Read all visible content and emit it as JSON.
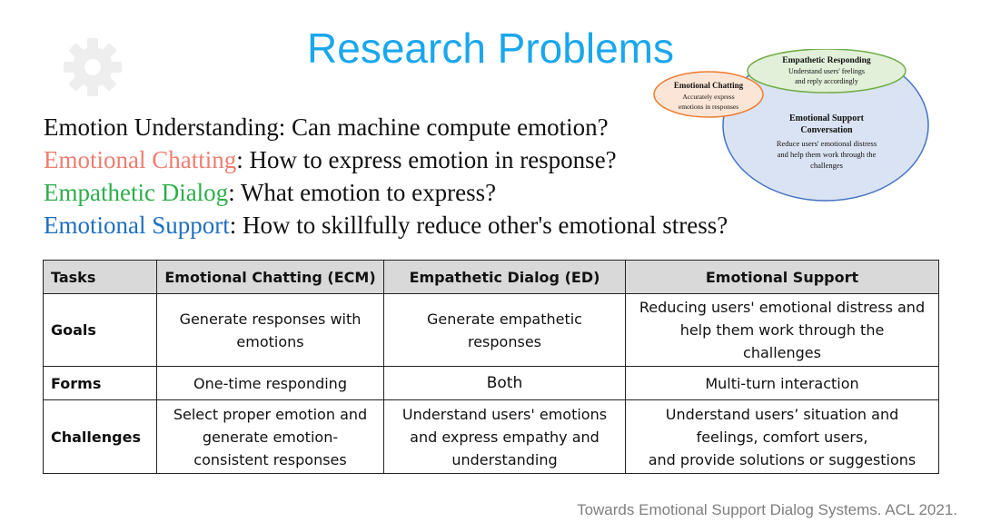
{
  "slide": {
    "title": "Research Problems",
    "icon": "gear-icon",
    "colors": {
      "title": "#1aa7ec",
      "emotional_chatting": "#ef7d70",
      "empathetic_dialog": "#2eae4a",
      "emotional_support": "#1f6fc0"
    }
  },
  "venn": {
    "outer": {
      "title_line1": "Emotional Support",
      "title_line2": "Conversation",
      "desc_lines": [
        "Reduce users' emotional distress",
        "and help them work through the",
        "challenges"
      ]
    },
    "green": {
      "title": "Empathetic Responding",
      "desc_lines": [
        "Understand users' feelings",
        "and reply accordingly"
      ]
    },
    "orange": {
      "title": "Emotional Chatting",
      "desc_lines": [
        "Accurately express",
        "emotions in responses"
      ]
    }
  },
  "problems": [
    {
      "term": "Emotion Understanding",
      "question": ": Can machine compute emotion?"
    },
    {
      "term": "Emotional Chatting",
      "question": ": How to express emotion in response?"
    },
    {
      "term": "Empathetic Dialog",
      "question": ": What emotion to express?"
    },
    {
      "term": "Emotional Support",
      "question": ": How to skillfully reduce other's emotional stress?"
    }
  ],
  "table": {
    "headers": [
      "Tasks",
      "Emotional Chatting (ECM)",
      "Empathetic Dialog (ED)",
      "Emotional Support"
    ],
    "rows": [
      {
        "label": "Goals",
        "cells": [
          [
            "Generate responses with",
            "emotions"
          ],
          [
            "Generate empathetic",
            "responses"
          ],
          [
            "Reducing users' emotional distress and",
            "help them work through the",
            "challenges"
          ]
        ]
      },
      {
        "label": "Forms",
        "cells": [
          [
            "One-time responding"
          ],
          [
            "Both"
          ],
          [
            "Multi-turn interaction"
          ]
        ]
      },
      {
        "label": "Challenges",
        "cells": [
          [
            "Select proper emotion and",
            "generate emotion-",
            "consistent responses"
          ],
          [
            "Understand users' emotions",
            "and express empathy and",
            "understanding"
          ],
          [
            "Understand users’ situation and",
            "feelings, comfort users,",
            "and provide solutions or suggestions"
          ]
        ]
      }
    ]
  },
  "citation": "Towards Emotional Support Dialog Systems. ACL 2021."
}
